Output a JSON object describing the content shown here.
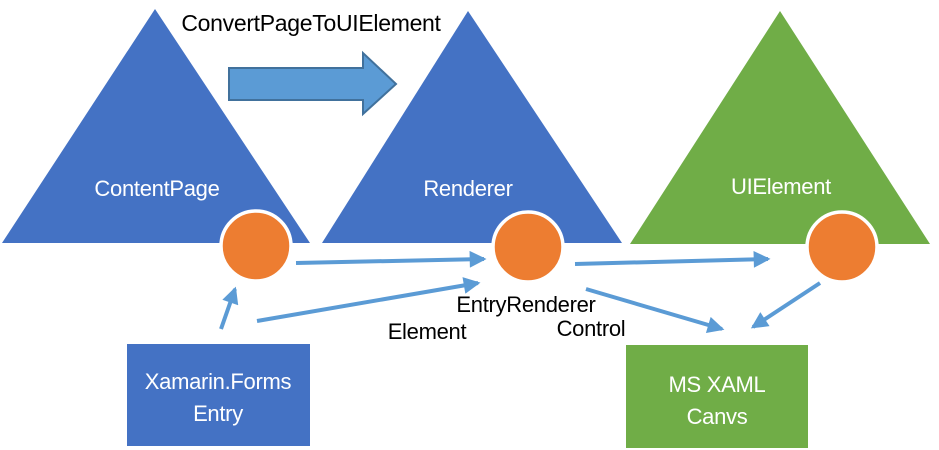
{
  "colors": {
    "shape_blue": "#4472C4",
    "shape_green": "#70AD47",
    "circle_orange": "#ED7D31",
    "connector_blue": "#5B9BD5",
    "block_arrow_fill": "#5B9BD5",
    "block_arrow_border": "#41719C",
    "text_dark": "#000000",
    "text_light": "#FFFFFF"
  },
  "diagram": {
    "top_label": "ConvertPageToUIElement",
    "triangles": [
      {
        "label": "ContentPage"
      },
      {
        "label": "Renderer"
      },
      {
        "label": "UIElement"
      }
    ],
    "connector_labels": {
      "entry_renderer": "EntryRenderer",
      "element": "Element",
      "control": "Control"
    },
    "boxes": [
      {
        "line1": "Xamarin.Forms",
        "line2": "Entry"
      },
      {
        "line1": "MS XAML",
        "line2": "Canvs"
      }
    ]
  }
}
